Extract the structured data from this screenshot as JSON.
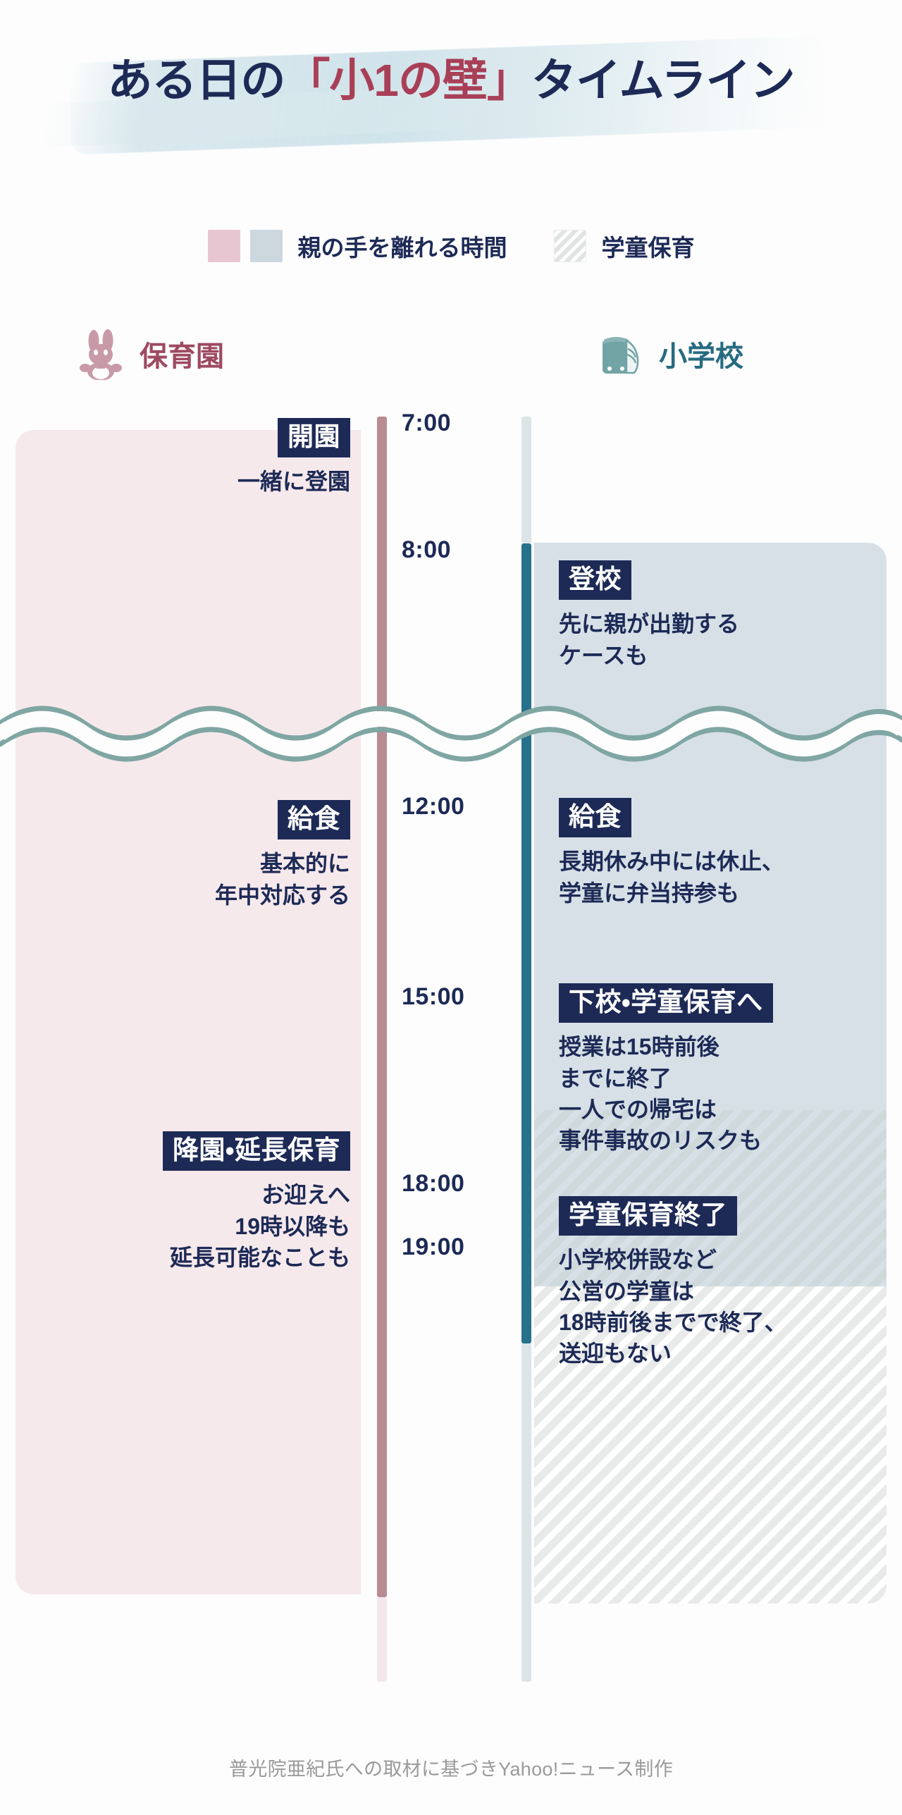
{
  "title": {
    "before": "ある日の",
    "accent": "「小1の壁」",
    "after": "タイムライン"
  },
  "legend": [
    {
      "label": "親の手を離れる時間",
      "swatches": [
        "#e8c6d1",
        "#ccd8dd"
      ],
      "type": "solid"
    },
    {
      "label": "学童保育",
      "swatches": [
        "#e7eae8"
      ],
      "type": "stripe"
    }
  ],
  "columns": {
    "left": {
      "title": "保育園",
      "icon": "rabbit-icon",
      "color": "#9d4a61"
    },
    "right": {
      "title": "小学校",
      "icon": "backpack-icon",
      "color": "#266b80"
    }
  },
  "ticks": [
    "7:00",
    "8:00",
    "12:00",
    "15:00",
    "18:00",
    "19:00"
  ],
  "events": {
    "nursery": [
      {
        "badge": "開園",
        "desc": "一緒に登園"
      },
      {
        "badge": "給食",
        "desc": "基本的に\n年中対応する"
      },
      {
        "badge": "降園・延長保育",
        "desc": "お迎えへ\n19時以降も\n延長可能なことも"
      }
    ],
    "school": [
      {
        "badge": "登校",
        "desc": "先に親が出勤する\nケースも"
      },
      {
        "badge": "給食",
        "desc": "長期休み中には休止、\n学童に弁当持参も"
      },
      {
        "badge": "下校・学童保育へ",
        "desc": "授業は15時前後\nまでに終了\n一人での帰宅は\n事件事故のリスクも"
      },
      {
        "badge": "学童保育終了",
        "desc": "小学校併設など\n公営の学童は\n18時前後までで終了、\n送迎もない"
      }
    ]
  },
  "footer": "普光院亜紀氏への取材に基づきYahoo!ニュース制作"
}
